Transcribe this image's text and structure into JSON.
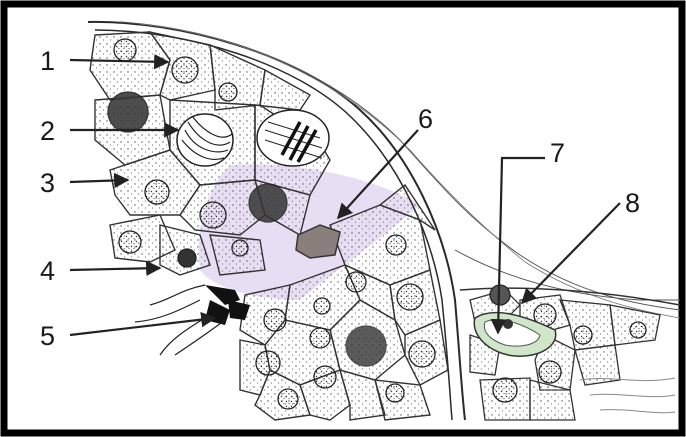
{
  "labels": [
    {
      "id": "1",
      "text": "1"
    },
    {
      "id": "2",
      "text": "2"
    },
    {
      "id": "3",
      "text": "3"
    },
    {
      "id": "4",
      "text": "4"
    },
    {
      "id": "5",
      "text": "5"
    },
    {
      "id": "6",
      "text": "6"
    },
    {
      "id": "7",
      "text": "7"
    },
    {
      "id": "8",
      "text": "8"
    }
  ],
  "colors": {
    "frame": "#000000",
    "ink": "#2a2a2a",
    "lumen_tint": "#ddd2ee",
    "cell_fill": "#ffffff",
    "cyst_tint": "#cfe7c8",
    "brown_cell": "#8a7f7a",
    "black_blob": "#111111"
  },
  "icons": [
    "cross-section-diagram",
    "arrow"
  ]
}
